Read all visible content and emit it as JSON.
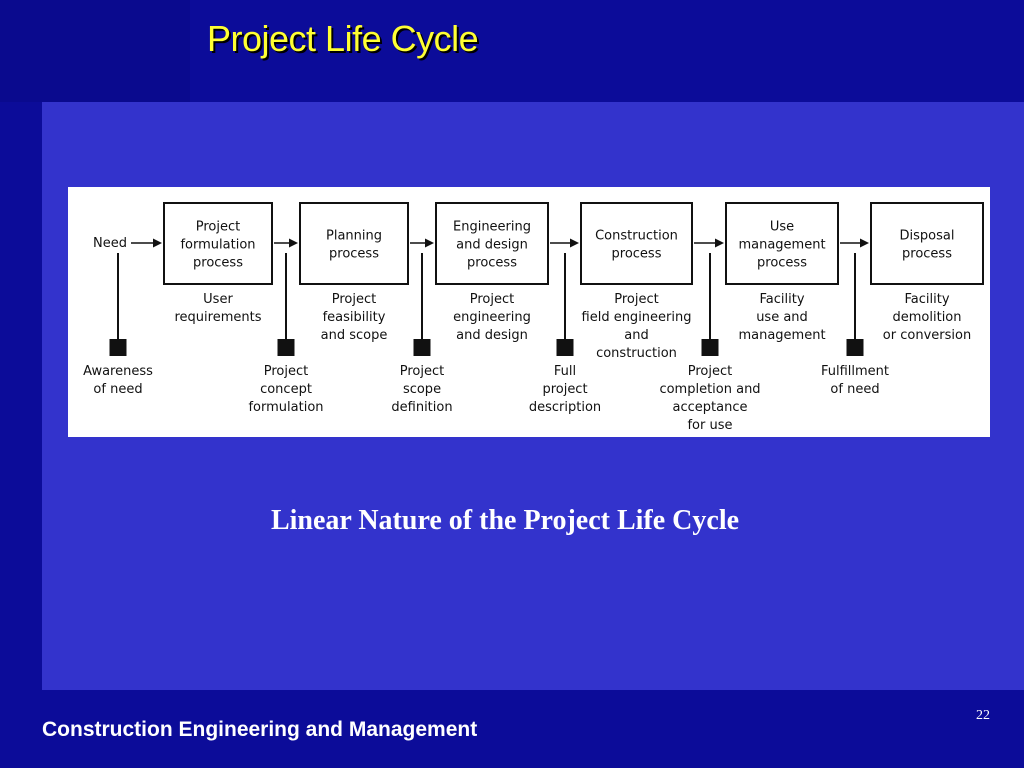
{
  "slide": {
    "title": "Project Life Cycle",
    "caption": "Linear Nature of the Project Life Cycle",
    "footer": "Construction Engineering and Management",
    "page_number": "22"
  },
  "diagram": {
    "start_label": "Need",
    "stages": [
      {
        "box": [
          "Project",
          "formulation",
          "process"
        ],
        "output": [
          "User",
          "requirements"
        ],
        "milestone": [
          "Awareness",
          "of need"
        ]
      },
      {
        "box": [
          "Planning",
          "process"
        ],
        "output": [
          "Project",
          "feasibility",
          "and scope"
        ],
        "milestone": [
          "Project",
          "concept",
          "formulation"
        ]
      },
      {
        "box": [
          "Engineering",
          "and design",
          "process"
        ],
        "output": [
          "Project",
          "engineering",
          "and design"
        ],
        "milestone": [
          "Project",
          "scope",
          "definition"
        ]
      },
      {
        "box": [
          "Construction",
          "process"
        ],
        "output": [
          "Project",
          "field engineering",
          "and",
          "construction"
        ],
        "milestone": [
          "Full",
          "project",
          "description"
        ]
      },
      {
        "box": [
          "Use",
          "management",
          "process"
        ],
        "output": [
          "Facility",
          "use and",
          "management"
        ],
        "milestone": [
          "Project",
          "completion and",
          "acceptance",
          "for use"
        ]
      },
      {
        "box": [
          "Disposal",
          "process"
        ],
        "output": [
          "Facility",
          "demolition",
          "or conversion"
        ],
        "milestone": [
          "Fulfillment",
          "of need"
        ]
      }
    ]
  }
}
